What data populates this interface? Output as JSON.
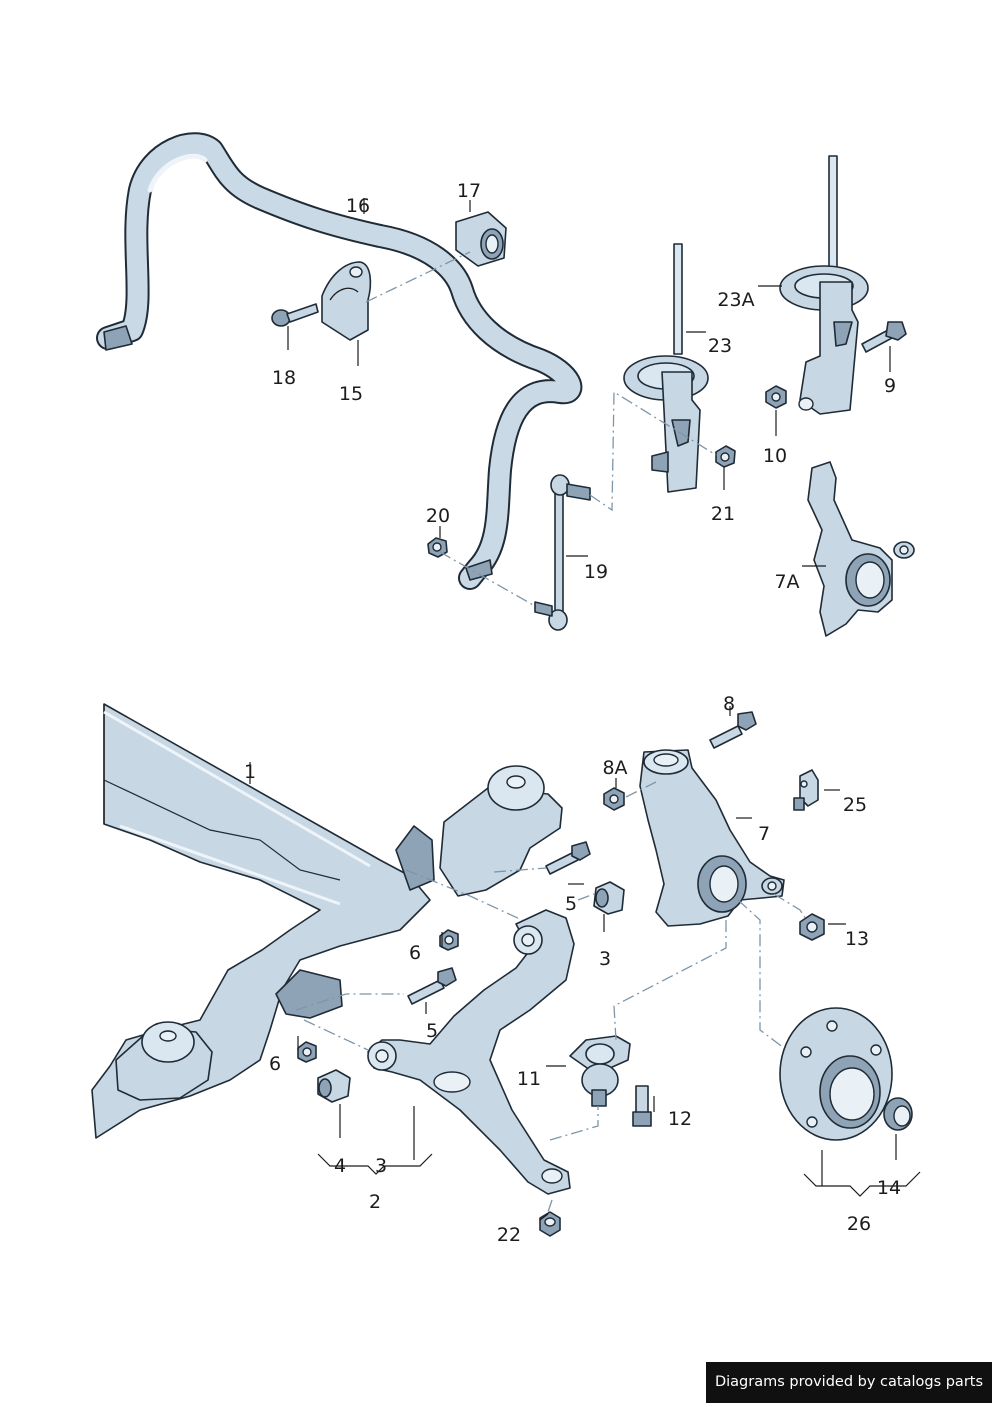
{
  "labels": {
    "p1": "1",
    "p2": "2",
    "p3a": "3",
    "p3b": "3",
    "p4": "4",
    "p5a": "5",
    "p5b": "5",
    "p6a": "6",
    "p6b": "6",
    "p7": "7",
    "p7a": "7A",
    "p8": "8",
    "p8a": "8A",
    "p9": "9",
    "p10": "10",
    "p11": "11",
    "p12": "12",
    "p13": "13",
    "p14": "14",
    "p15": "15",
    "p16": "16",
    "p17": "17",
    "p18": "18",
    "p19": "19",
    "p20": "20",
    "p21": "21",
    "p22": "22",
    "p23": "23",
    "p23a": "23A",
    "p25": "25",
    "p26": "26"
  },
  "credit": "Diagrams provided by catalogs parts",
  "colors": {
    "part_fill": "#c7d7e4",
    "outline": "#1f2b36",
    "leader_dash": "#7e96a8",
    "credit_bg": "#101010"
  }
}
